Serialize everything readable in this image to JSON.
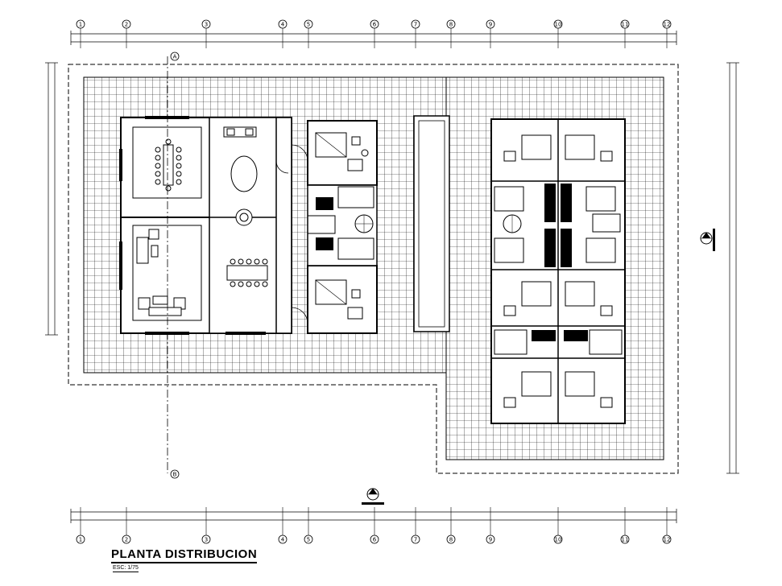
{
  "drawing": {
    "title": "PLANTA DISTRIBUCION",
    "scale": "ESC: 1/75"
  },
  "axes": {
    "columns": [
      "1",
      "2",
      "3",
      "4",
      "5",
      "6",
      "7",
      "8",
      "9",
      "10",
      "11",
      "12"
    ],
    "rows": [
      "A",
      "B"
    ]
  },
  "colors": {
    "line": "#000000",
    "background": "#ffffff"
  }
}
